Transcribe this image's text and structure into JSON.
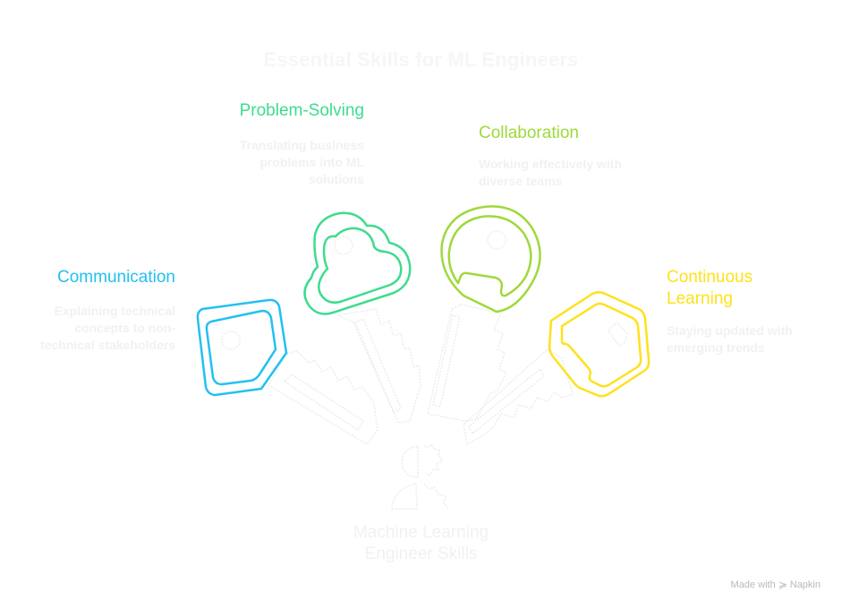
{
  "title": "Essential Skills for ML Engineers",
  "center": {
    "label_line1": "Machine Learning",
    "label_line2": "Engineer Skills",
    "icon": "person-gear-icon"
  },
  "skills": [
    {
      "name": "Communication",
      "description_lines": [
        "Explaining technical",
        "concepts to non-",
        "technical stakeholders"
      ],
      "color": "#22c1f0",
      "key_head_shape": "pentagon"
    },
    {
      "name": "Problem-Solving",
      "description_lines": [
        "Translating business",
        "problems into ML",
        "solutions"
      ],
      "color": "#3ddc8e",
      "key_head_shape": "cloud"
    },
    {
      "name": "Collaboration",
      "description_lines": [
        "Working effectively with",
        "diverse teams"
      ],
      "color": "#9ed93a",
      "key_head_shape": "circle"
    },
    {
      "name_line1": "Continuous",
      "name_line2": "Learning",
      "description_lines": [
        "Staying updated with",
        "emerging trends"
      ],
      "color": "#ffe11a",
      "key_head_shape": "hexagon"
    }
  ],
  "footer": {
    "made_with": "Made with",
    "brand": "Napkin",
    "brand_icon": "napkin-logo-icon"
  }
}
